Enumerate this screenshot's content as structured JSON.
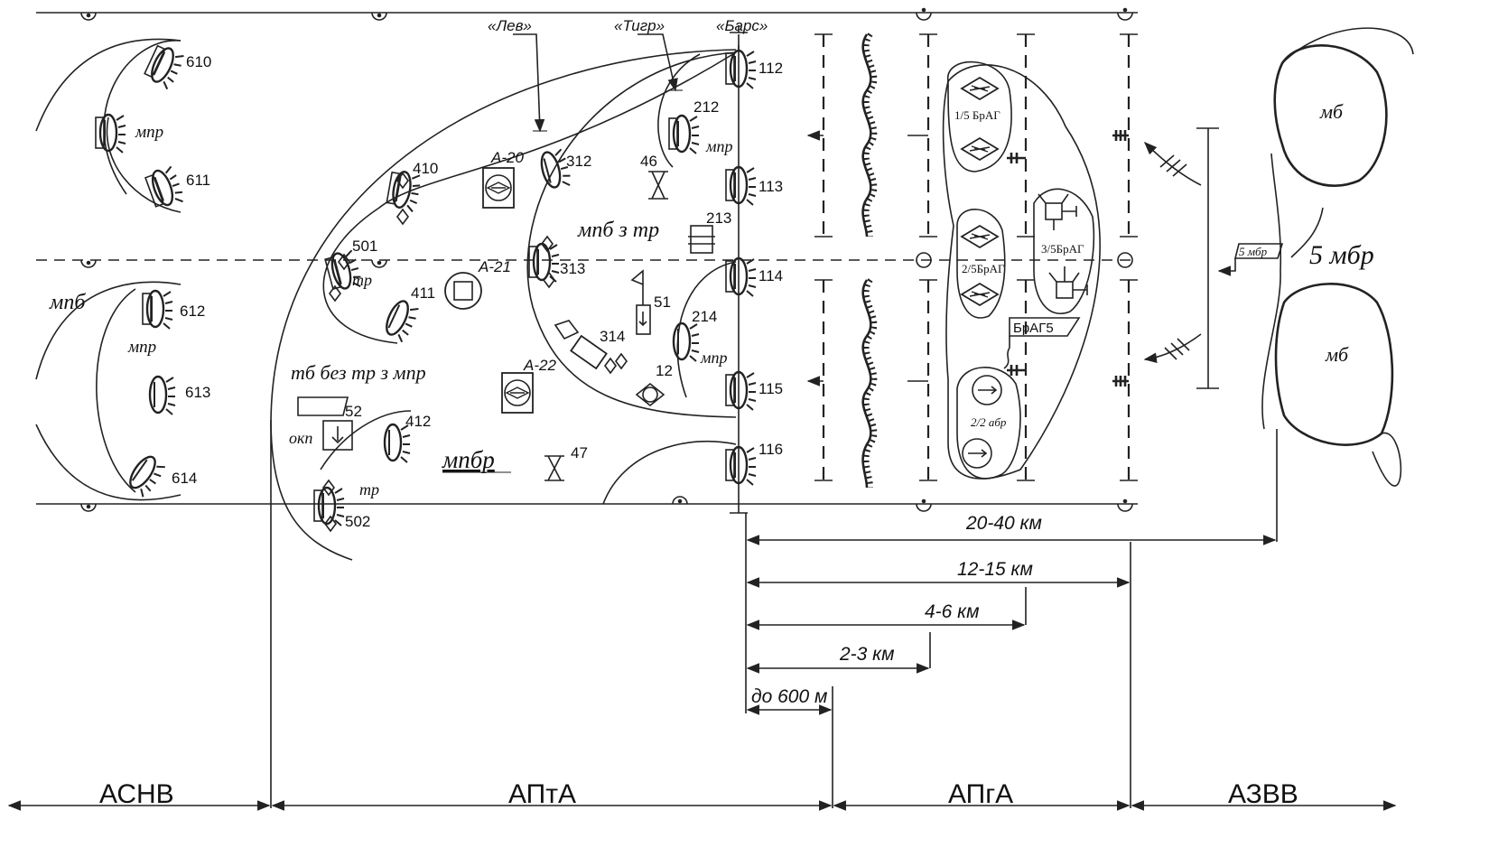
{
  "zones": {
    "asnv": "АСНВ",
    "apta": "АПтА",
    "apga": "АПгА",
    "azvv": "АЗВВ"
  },
  "distances": {
    "d1": "до 600 м",
    "d2": "2-3 км",
    "d3": "4-6 км",
    "d4": "12-15 км",
    "d5": "20-40 км"
  },
  "callsigns": {
    "lev": "«Лев»",
    "tygr": "«Тигр»",
    "bars": "«Барс»"
  },
  "unit_labels": {
    "mpb_left": "мпб",
    "mpr_top_left": "мпр",
    "mpr_bottom_left": "мпр",
    "tb": "тб без тр з мпр",
    "tr_upper": "тр",
    "tr_lower": "тр",
    "okp": "окп",
    "mpbr": "мпбр",
    "mpb_z_tr": "мпб з тр",
    "mpr_upper_right": "мпр",
    "mpr_lower_right": "мпр",
    "mb_top": "мб",
    "mb_bottom": "мб",
    "brigade_5": "5 мбр",
    "brigade_5_flag": "5 мбр",
    "brag_1": "1/5 БрАГ",
    "brag_2": "2/5БрАГ",
    "brag_3": "3/5БрАГ",
    "brag5_flag": "БрАГ5",
    "abr": "2/2 абр"
  },
  "artillery": {
    "a20": "А-20",
    "a21": "А-21",
    "a22": "А-22"
  },
  "positions": {
    "p610": "610",
    "p611": "611",
    "p612": "612",
    "p613": "613",
    "p614": "614",
    "p410": "410",
    "p411": "411",
    "p412": "412",
    "p501": "501",
    "p502": "502",
    "p312": "312",
    "p313": "313",
    "p314": "314",
    "p212": "212",
    "p213": "213",
    "p214": "214",
    "p112": "112",
    "p113": "113",
    "p114": "114",
    "p115": "115",
    "p116": "116",
    "p46": "46",
    "p47": "47",
    "p51": "51",
    "p52": "52",
    "p12": "12"
  }
}
